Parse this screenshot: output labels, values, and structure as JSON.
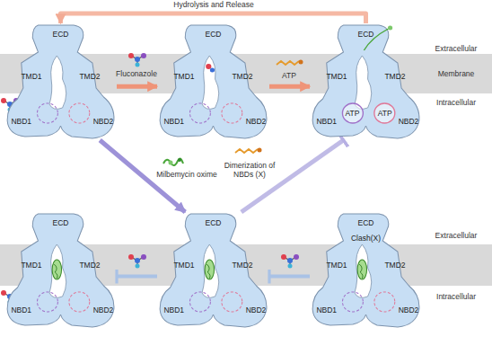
{
  "diagram": {
    "nodes": [
      {
        "text": [
          "ECD",
          "TMD1",
          "TMD2",
          "NBD1",
          "NBD2"
        ]
      },
      {
        "text": [
          "ECD",
          "TMD1",
          "TMD2",
          "NBD1",
          "NBD2"
        ]
      },
      {
        "text": [
          "ECD",
          "TMD1",
          "TMD2",
          "NBD1",
          "ATP",
          "ATP",
          "NBD2"
        ]
      },
      {
        "text": [
          "ECD",
          "TMD1",
          "TMD2",
          "NBD1",
          "NBD2"
        ]
      },
      {
        "text": [
          "ECD",
          "TMD1",
          "TMD2",
          "NBD1",
          "NBD2"
        ]
      },
      {
        "text": [
          "ECD",
          "Clash(X)",
          "TMD1",
          "TMD2",
          "NBD1",
          "NBD2"
        ]
      }
    ],
    "edges": [
      {
        "from": 0,
        "to": 1,
        "label": "Fluconazole",
        "arrow": "to"
      },
      {
        "from": 1,
        "to": 2,
        "label": "ATP",
        "arrow": "to"
      },
      {
        "from": 2,
        "to": 0,
        "label": "Hydrolysis and Release",
        "arrow": "to"
      },
      {
        "from": 0,
        "to": 4,
        "label": "Milbemycin oxime",
        "arrow": "to"
      },
      {
        "from": 4,
        "to": 2,
        "label": "Dimerization of NBDs (X)",
        "arrow": "to"
      },
      {
        "from": 4,
        "to": 3,
        "arrow": "to"
      },
      {
        "from": 5,
        "to": 4,
        "arrow": "to"
      }
    ],
    "labels": [
      "Extracellular",
      "Membrane",
      "Intracellular",
      "Extracellular",
      "Intracellular"
    ]
  }
}
